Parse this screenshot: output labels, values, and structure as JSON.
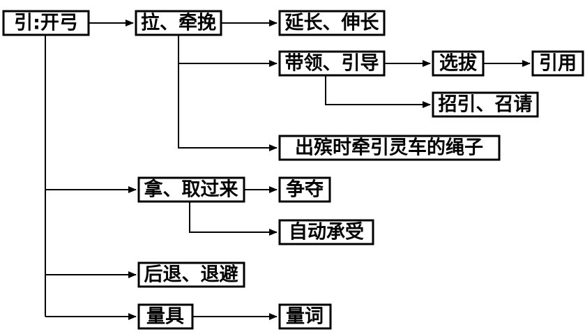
{
  "diagram": {
    "nodes": {
      "yin": "引:开弓",
      "la_qianwan": "拉、牵挽",
      "yanchang": "延长、伸长",
      "dailing": "带领、引导",
      "xuanba": "选拔",
      "yinyong": "引用",
      "zhaoyin": "招引、召请",
      "chubin": "出殡时牵引灵车的绳子",
      "naqu": "拿、取过来",
      "zhengduo": "争夺",
      "zidong": "自动承受",
      "houtui": "后退、退避",
      "liangju": "量具",
      "liangci": "量词"
    },
    "colors": {
      "line": "#000000",
      "box_border": "#000000",
      "box_fill": "#ffffff",
      "text": "#000000"
    }
  }
}
